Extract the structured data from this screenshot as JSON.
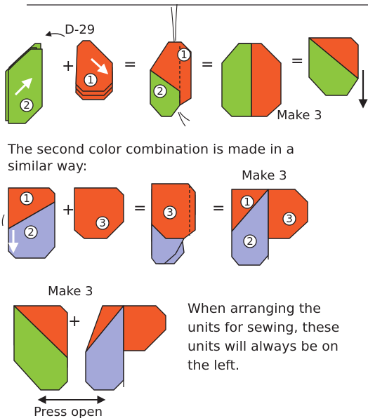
{
  "colors": {
    "green": "#8dc63f",
    "orange": "#f15a29",
    "lavender": "#a4a8d9",
    "outline": "#231f20",
    "arrow_white": "#ffffff",
    "background": "#ffffff"
  },
  "step1": {
    "reference": "D-29",
    "piece_numbers": [
      "2",
      "1"
    ],
    "plus": "+",
    "equals": "=",
    "make_label": "Make 3"
  },
  "instruction_text": "The second color combination is made in a similar way:",
  "instruction_lines": [
    "The second color combination is made in a",
    "similar way:"
  ],
  "step2": {
    "make_label": "Make 3",
    "piece_numbers": [
      "1",
      "2",
      "3"
    ],
    "plus": "+",
    "equals": "="
  },
  "step3": {
    "make_label": "Make 3",
    "plus": "+",
    "press_label": "Press open",
    "note_lines": [
      "When arranging the",
      "units for sewing, these",
      "units will always be on",
      "the left."
    ]
  }
}
